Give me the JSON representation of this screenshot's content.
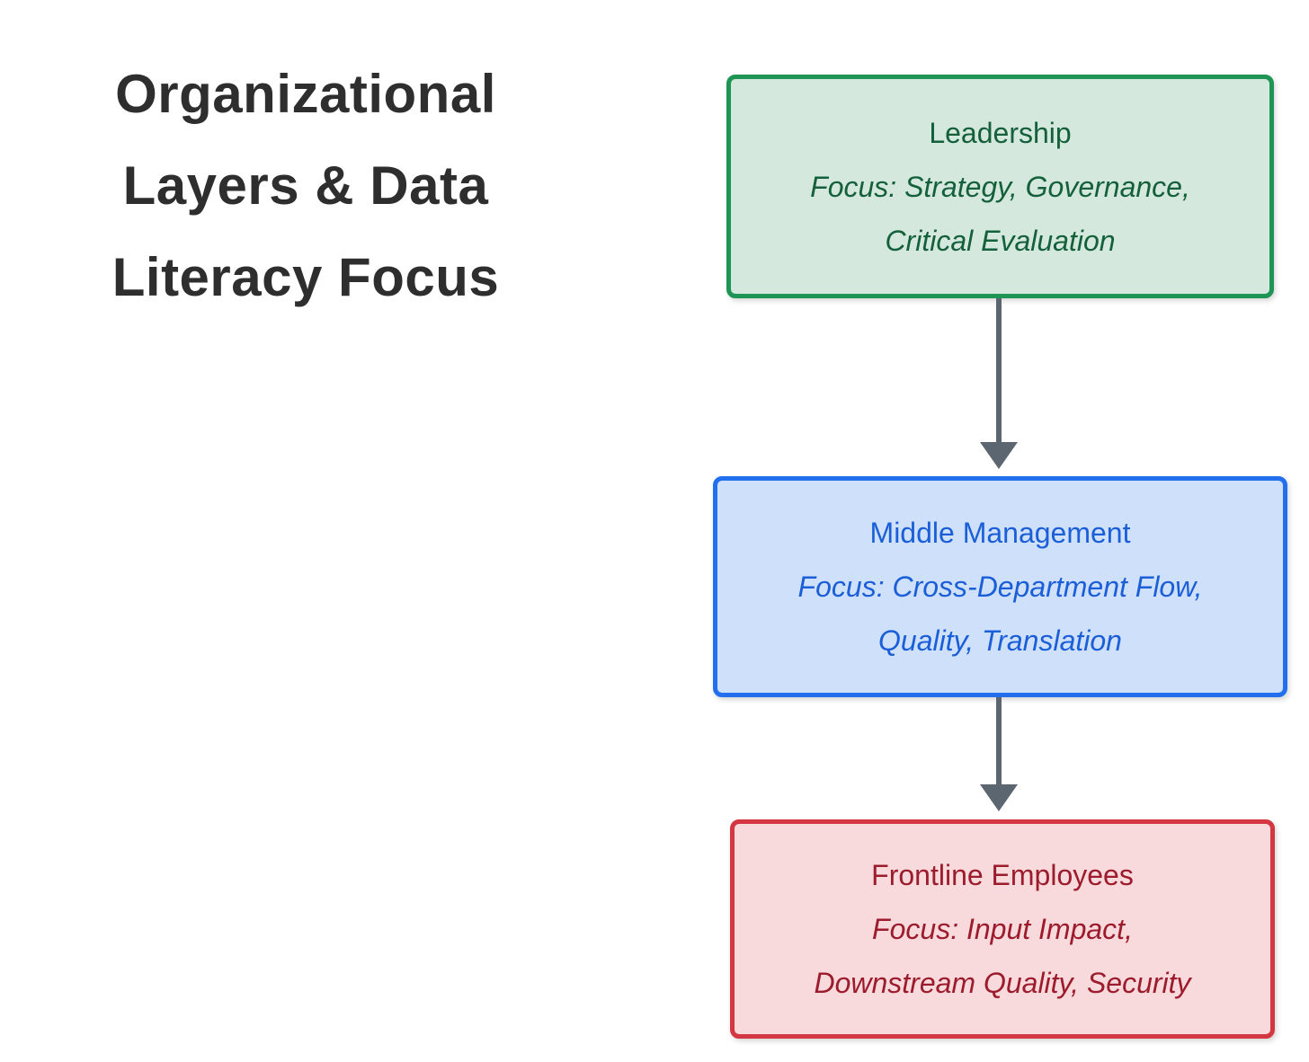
{
  "title": {
    "lines": [
      "Organizational",
      "Layers & Data",
      "Literacy Focus"
    ],
    "color": "#2e2e2e"
  },
  "diagram": {
    "arrow_color": "#5b6670",
    "nodes": [
      {
        "id": "leadership",
        "label": "Leadership",
        "focus_lines": [
          "Focus: Strategy, Governance,",
          "Critical Evaluation"
        ],
        "fill": "#d5e8de",
        "border": "#1e9455",
        "text": "#14603a"
      },
      {
        "id": "middle-management",
        "label": "Middle Management",
        "focus_lines": [
          "Focus: Cross-Department Flow,",
          "Quality, Translation"
        ],
        "fill": "#cfe0fb",
        "border": "#2370ee",
        "text": "#1a5fd7"
      },
      {
        "id": "frontline-employees",
        "label": "Frontline Employees",
        "focus_lines": [
          "Focus: Input Impact,",
          "Downstream Quality, Security"
        ],
        "fill": "#f8d9dc",
        "border": "#d53742",
        "text": "#9c1b2c"
      }
    ],
    "edges": [
      {
        "from": "leadership",
        "to": "middle-management"
      },
      {
        "from": "middle-management",
        "to": "frontline-employees"
      }
    ]
  }
}
